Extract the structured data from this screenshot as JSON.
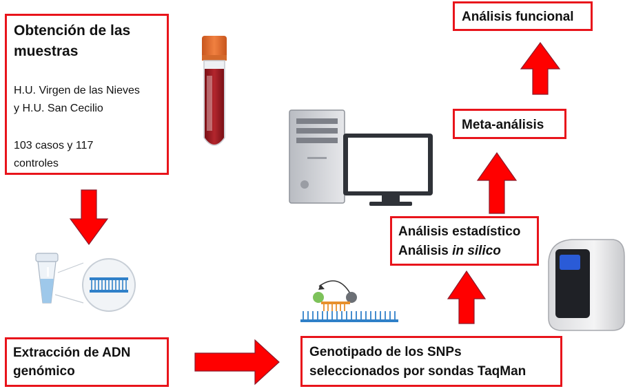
{
  "boxes": {
    "samples": {
      "title_line1": "Obtención de las",
      "title_line2": "muestras",
      "hospitals_line1": "H.U. Virgen de las Nieves",
      "hospitals_line2": "y H.U. San Cecilio",
      "cases_line1": "103 casos y 117",
      "cases_line2": "controles"
    },
    "extraction": {
      "line1": "Extracción de ADN",
      "line2": "genómico"
    },
    "genotyping": {
      "line1": "Genotipado de los SNPs",
      "line2": "seleccionados por sondas TaqMan"
    },
    "analysis": {
      "line1": "Análisis estadístico",
      "line2_prefix": "Análisis ",
      "line2_italic": "in silico"
    },
    "meta": {
      "label": "Meta-análisis"
    },
    "functional": {
      "label": "Análisis funcional"
    }
  },
  "colors": {
    "box_border": "#e8141b",
    "arrow_fill": "#ff0000",
    "arrow_stroke": "#8b1a2b"
  },
  "icons": [
    "blood-tube-icon",
    "microtube-icon",
    "dna-magnifier-icon",
    "computer-icon",
    "taqman-probe-icon",
    "pcr-machine-icon"
  ]
}
